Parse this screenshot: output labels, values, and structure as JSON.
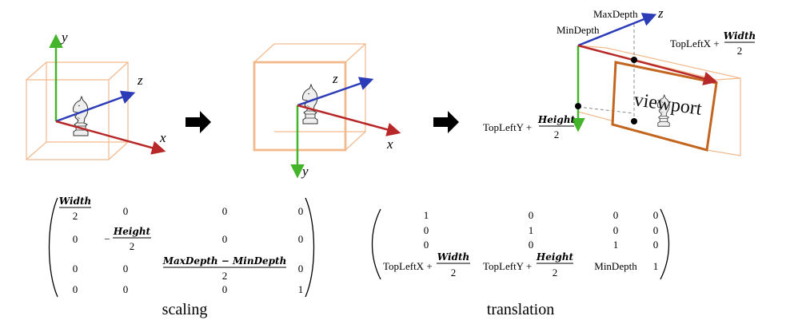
{
  "colors": {
    "y_axis": "#44b52b",
    "z_axis": "#2c3cb8",
    "x_axis": "#b82828",
    "box_outline": "#f2b98c",
    "viewport_frame": "#c3651e",
    "dashed": "#888888"
  },
  "icons": [
    "chess-knight-icon",
    "right-arrow-icon"
  ],
  "panel1": {
    "axis_y": "y",
    "axis_z": "z",
    "axis_x": "x"
  },
  "panel2": {
    "axis_y": "y",
    "axis_z": "z",
    "axis_x": "x"
  },
  "panel3": {
    "axis_z": "z",
    "max_depth": "MaxDepth",
    "min_depth": "MinDepth",
    "top_left_x": "TopLeftX +",
    "top_left_x_num": "Width",
    "top_left_x_den": "2",
    "top_left_y": "TopLeftY +",
    "top_left_y_num": "Height",
    "top_left_y_den": "2",
    "viewport_label": "viewport"
  },
  "scaling": {
    "caption": "scaling",
    "r1": {
      "c1_num": "Width",
      "c1_den": "2",
      "c2": "0",
      "c3": "0",
      "c4": "0"
    },
    "r2": {
      "c1": "0",
      "c2_sign": "−",
      "c2_num": "Height",
      "c2_den": "2",
      "c3": "0",
      "c4": "0"
    },
    "r3": {
      "c1": "0",
      "c2": "0",
      "c3_num": "MaxDepth − MinDepth",
      "c3_den": "2",
      "c4": "0"
    },
    "r4": {
      "c1": "0",
      "c2": "0",
      "c3": "0",
      "c4": "1"
    }
  },
  "translation": {
    "caption": "translation",
    "r1": [
      "1",
      "0",
      "0",
      "0"
    ],
    "r2": [
      "0",
      "1",
      "0",
      "0"
    ],
    "r3": [
      "0",
      "0",
      "1",
      "0"
    ],
    "r4": {
      "c1": "TopLeftX +",
      "c1_num": "Width",
      "c1_den": "2",
      "c2": "TopLeftY +",
      "c2_num": "Height",
      "c2_den": "2",
      "c3": "MinDepth",
      "c4": "1"
    }
  }
}
